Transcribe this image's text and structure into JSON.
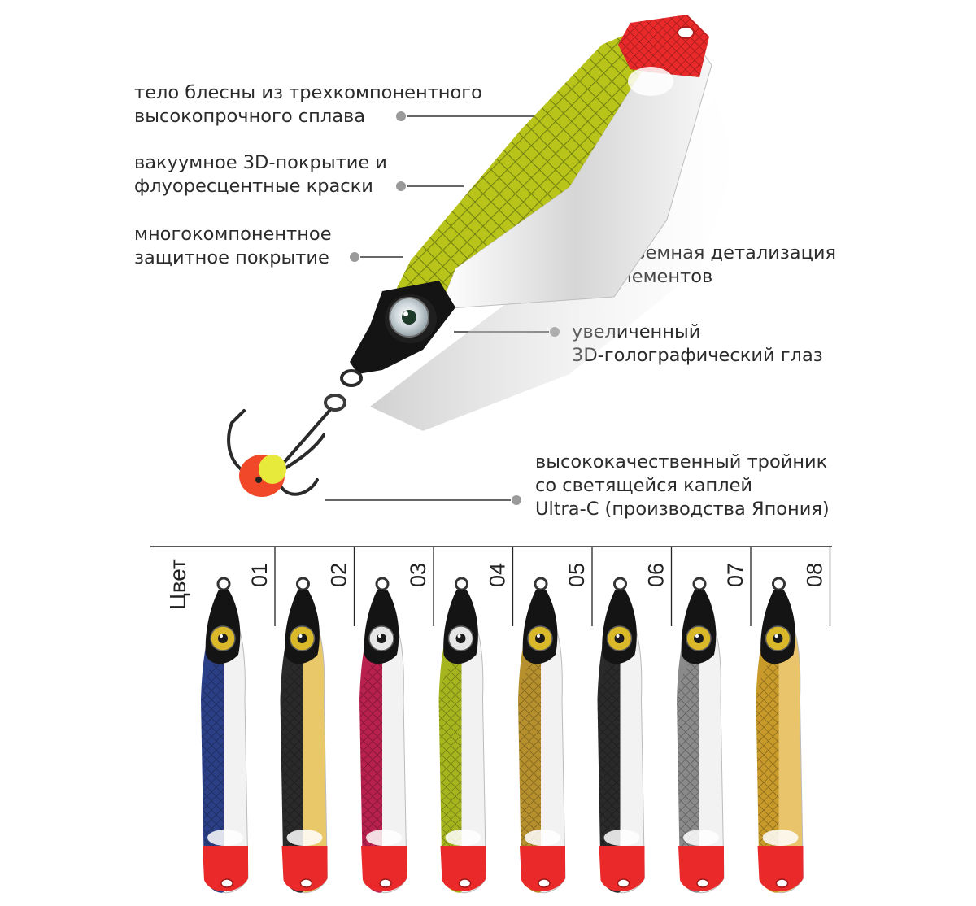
{
  "callouts": [
    {
      "lines": [
        "тело блесны из трехкомпонентного",
        "высокопрочного сплава"
      ]
    },
    {
      "lines": [
        "вакуумное 3D-покрытие и",
        "флуоресцентные краски"
      ]
    },
    {
      "lines": [
        "многокомпонентное",
        "защитное покрытие"
      ]
    },
    {
      "lines": [
        "объемная детализация",
        "элементов"
      ]
    },
    {
      "lines": [
        "увеличенный",
        "3D-голографический глаз"
      ]
    },
    {
      "lines": [
        "высококачественный тройник",
        "со светящейся каплей",
        "Ultra-C (производства Япония)"
      ]
    }
  ],
  "colors_table": {
    "header_label": "Цвет",
    "items": [
      {
        "code": "01",
        "back": "#2b3f86",
        "belly": "#f2f2f2",
        "eye": "#d9b92a"
      },
      {
        "code": "02",
        "back": "#2a2a2a",
        "belly": "#e9c86a",
        "eye": "#d9b92a"
      },
      {
        "code": "03",
        "back": "#b8204e",
        "belly": "#f2f2f2",
        "eye": "#e6e6e6"
      },
      {
        "code": "04",
        "back": "#a6b51e",
        "belly": "#f2f2f2",
        "eye": "#e6e6e6"
      },
      {
        "code": "05",
        "back": "#b7902e",
        "belly": "#f2f2f2",
        "eye": "#d9b92a"
      },
      {
        "code": "06",
        "back": "#2a2a2a",
        "belly": "#f2f2f2",
        "eye": "#d9b92a"
      },
      {
        "code": "07",
        "back": "#8a8a8a",
        "belly": "#f2f2f2",
        "eye": "#d9b92a"
      },
      {
        "code": "08",
        "back": "#c89a2a",
        "belly": "#e9c46a",
        "eye": "#d9b92a"
      }
    ]
  },
  "palette": {
    "text": "#2b2b2b",
    "leader": "#333333",
    "dot": "#9a9a9a",
    "red": "#ea2a2a",
    "chartreuse": "#b9c41a",
    "chrome": "#e8e8e8"
  }
}
